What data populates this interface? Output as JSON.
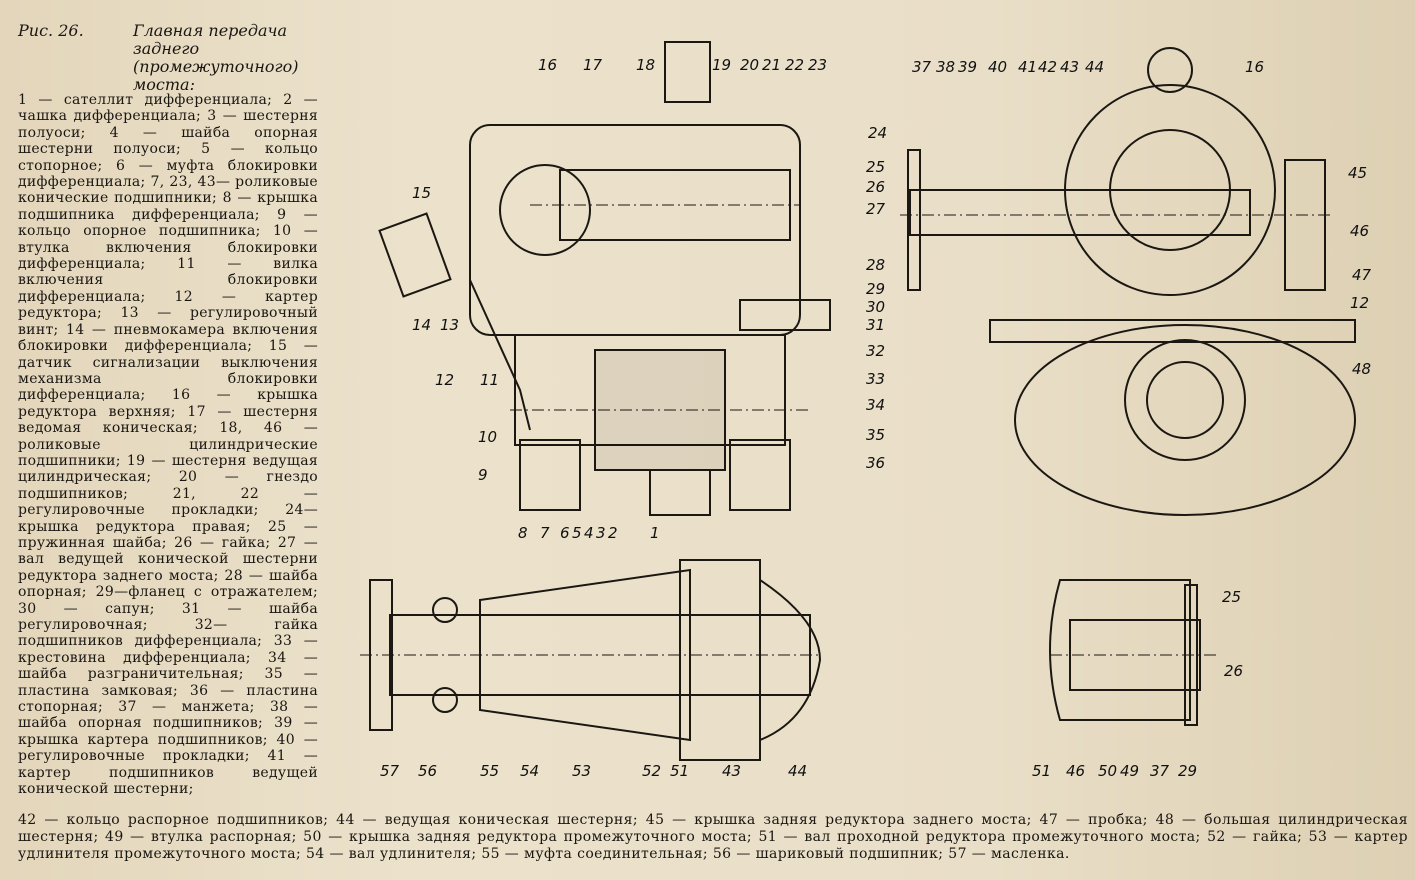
{
  "caption": {
    "figure": "Рис. 26.",
    "title": "Главная передача заднего (промежуточного) моста:"
  },
  "legend_text": "1 — сателлит дифференциала; 2 — чашка дифференциала; 3 — шестерня полуоси; 4 — шайба опорная шестерни полуоси; 5 — кольцо стопорное; 6 — муфта блокировки дифференциала; 7, 23, 43— роликовые конические подшипники; 8 — крышка подшипника дифференциала; 9 — кольцо опорное подшипника; 10 — втулка включения блокировки дифференциала; 11 — вилка включения блокировки дифференциала; 12 — картер редуктора; 13 — регулировочный винт; 14 — пневмокамера включения блокировки дифференциала; 15 — датчик сигнализации выключения механизма блокировки дифференциала; 16 — крышка редуктора верхняя; 17 — шестерня ведомая коническая; 18, 46 — роликовые цилиндрические подшипники; 19 — шестерня ведущая цилиндрическая; 20 — гнездо подшипников; 21, 22 — регулировочные прокладки; 24— крышка редуктора правая; 25 — пружинная шайба; 26 — гайка; 27 — вал ведущей конической шестерни редуктора заднего моста; 28 — шайба опорная; 29—фланец с отражателем; 30 — сапун; 31 — шайба регулировочная; 32— гайка подшипников дифференциала; 33 — крестовина дифференциала; 34 — шайба разграничительная; 35 — пластина замковая; 36 — пластина стопорная; 37 — манжета; 38 — шайба опорная подшипников; 39 — крышка картера подшипников; 40 — регулировочные прокладки; 41 — картер подшипников ведущей конической шестерни;",
  "bottom_line1": "42 — кольцо распорное подшипников; 44 — ведущая коническая шестерня; 45 — крышка задняя редуктора заднего моста; 47 — пробка; 48 — большая цилиндрическая шестерня; 49 — втулка распорная; 50 — крышка задняя редуктора промежуточного моста; 51 — вал проходной редуктора промежуточного моста; 52 — гайка; 53 — картер удлинителя промежуточного моста; 54 — вал удлинителя; 55 — муфта соединительная; 56 — шариковый подшипник; 57 — масленка.",
  "callouts": {
    "view_a": [
      "16",
      "17",
      "18",
      "19",
      "20",
      "21",
      "22",
      "23",
      "24",
      "15",
      "14",
      "13",
      "12",
      "11",
      "10",
      "9",
      "8",
      "7",
      "6",
      "5",
      "4",
      "3",
      "2",
      "1",
      "28",
      "30",
      "32",
      "33",
      "34",
      "35",
      "36"
    ],
    "view_b": [
      "37",
      "38",
      "39",
      "40",
      "41",
      "42",
      "43",
      "44",
      "16",
      "25",
      "26",
      "27",
      "29",
      "31",
      "45",
      "46",
      "47",
      "12",
      "48"
    ],
    "view_c": [
      "57",
      "56",
      "55",
      "54",
      "53",
      "52",
      "51",
      "43",
      "44"
    ],
    "view_d": [
      "25",
      "26",
      "51",
      "46",
      "50",
      "49",
      "37",
      "29"
    ]
  }
}
